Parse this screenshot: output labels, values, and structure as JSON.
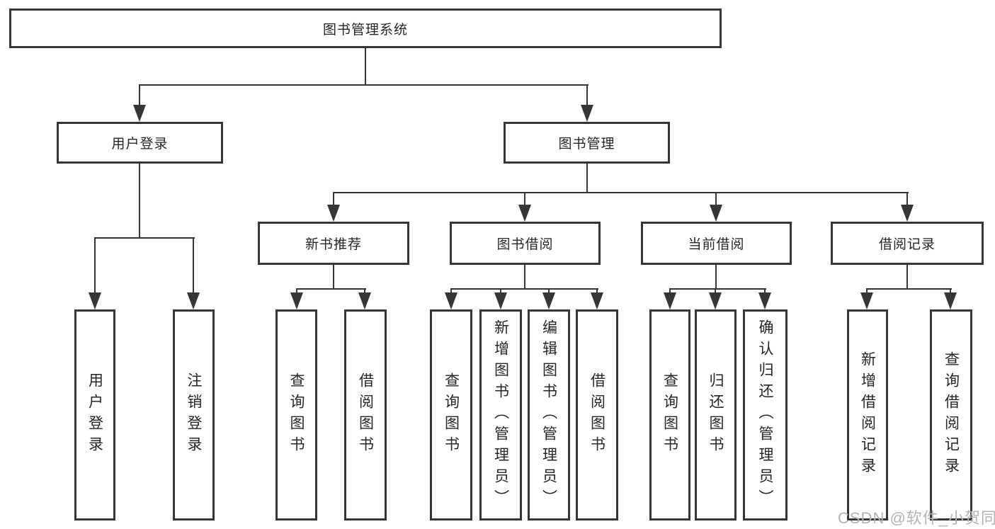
{
  "colors": {
    "line": "#363636",
    "text": "#262626",
    "watermark": "#b4b4b4",
    "background": "#ffffff"
  },
  "watermark": {
    "text": "CSDN @软件_小贺同学"
  },
  "tree": {
    "root": {
      "label": "图书管理系统",
      "children": [
        {
          "label": "用户登录",
          "children": [
            {
              "label": "用户登录"
            },
            {
              "label": "注销登录"
            }
          ]
        },
        {
          "label": "图书管理",
          "children": [
            {
              "label": "新书推荐",
              "children": [
                {
                  "label": "查询图书"
                },
                {
                  "label": "借阅图书"
                }
              ]
            },
            {
              "label": "图书借阅",
              "children": [
                {
                  "label": "查询图书"
                },
                {
                  "label": "新增图书（管理员）"
                },
                {
                  "label": "编辑图书（管理员）"
                },
                {
                  "label": "借阅图书"
                }
              ]
            },
            {
              "label": "当前借阅",
              "children": [
                {
                  "label": "查询图书"
                },
                {
                  "label": "归还图书"
                },
                {
                  "label": "确认归还（管理员）"
                }
              ]
            },
            {
              "label": "借阅记录",
              "children": [
                {
                  "label": "新增借阅记录"
                },
                {
                  "label": "查询借阅记录"
                }
              ]
            }
          ]
        }
      ]
    }
  }
}
